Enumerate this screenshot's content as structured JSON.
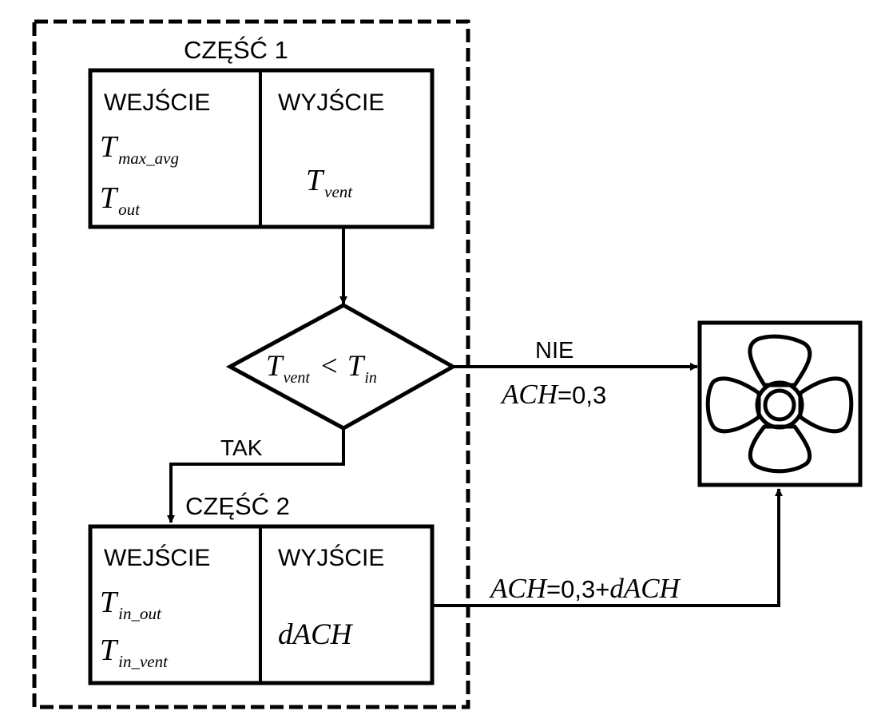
{
  "part1": {
    "title": "CZĘŚĆ 1",
    "input_header": "WEJŚCIE",
    "output_header": "WYJŚCIE",
    "input_vars": [
      {
        "base": "T",
        "sub": "max_avg"
      },
      {
        "base": "T",
        "sub": "out"
      }
    ],
    "output_var": {
      "base": "T",
      "sub": "vent"
    }
  },
  "decision": {
    "left": {
      "base": "T",
      "sub": "vent"
    },
    "op": "<",
    "right": {
      "base": "T",
      "sub": "in"
    }
  },
  "branch_no": {
    "label": "NIE",
    "formula_var": "ACH",
    "formula_rest": "=0,3"
  },
  "branch_yes": {
    "label": "TAK"
  },
  "part2": {
    "title": "CZĘŚĆ 2",
    "input_header": "WEJŚCIE",
    "output_header": "WYJŚCIE",
    "input_vars": [
      {
        "base": "T",
        "sub": "in_out"
      },
      {
        "base": "T",
        "sub": "in_vent"
      }
    ],
    "output_var": "dACH"
  },
  "output_formula": {
    "var": "ACH",
    "eq": "=0,3+",
    "tail": "dACH"
  },
  "fan": {
    "icon": "fan-icon"
  }
}
